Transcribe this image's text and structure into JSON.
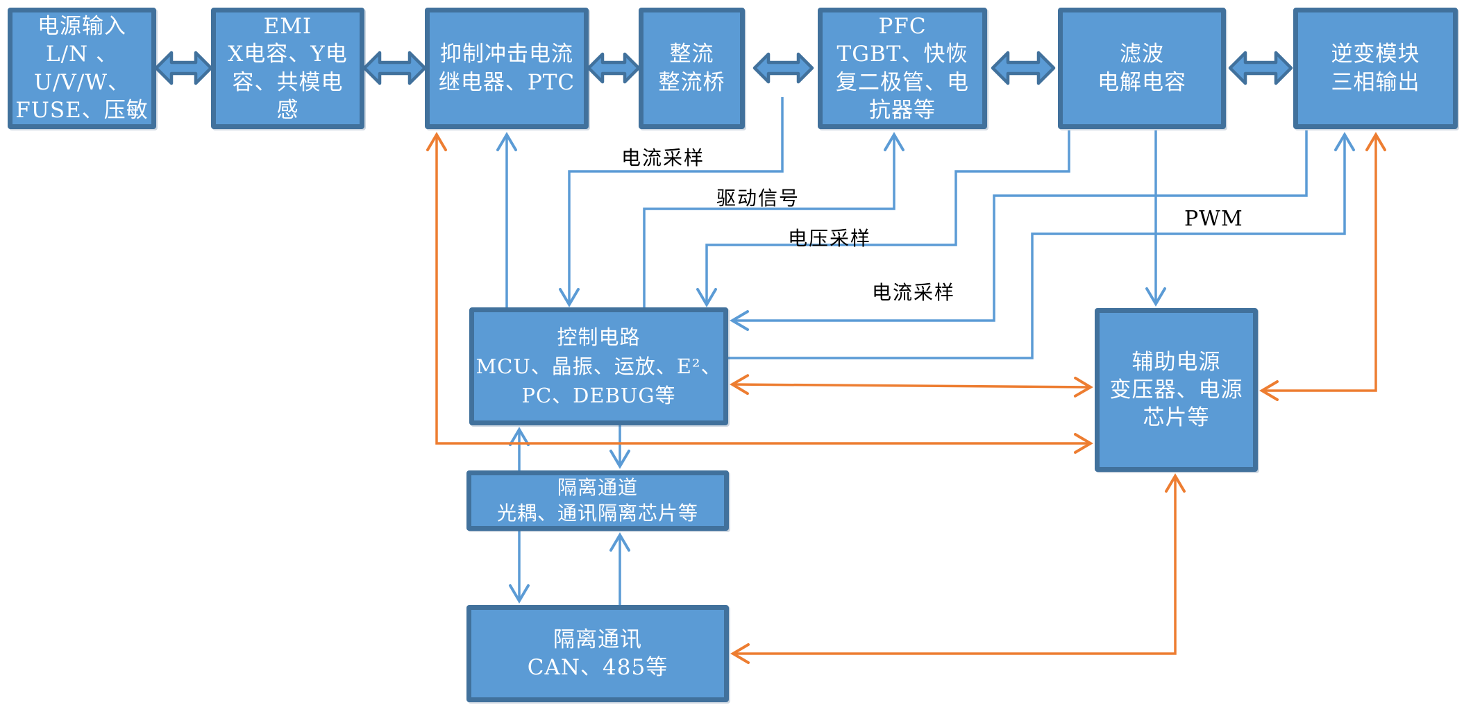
{
  "diagram": {
    "blocks": {
      "power_input": {
        "lines": [
          "电源输入",
          "L/N 、",
          "U/V/W、",
          "FUSE、压敏"
        ]
      },
      "emi": {
        "lines": [
          "EMI",
          "X电容、Y电",
          "容、共模电",
          "感"
        ]
      },
      "inrush": {
        "lines": [
          "抑制冲击电流",
          "继电器、PTC"
        ]
      },
      "rectifier": {
        "lines": [
          "整流",
          "整流桥"
        ]
      },
      "pfc": {
        "lines": [
          "PFC",
          "TGBT、快恢",
          "复二极管、电",
          "抗器等"
        ]
      },
      "filter": {
        "lines": [
          "滤波",
          "电解电容"
        ]
      },
      "inverter": {
        "lines": [
          "逆变模块",
          "三相输出"
        ]
      },
      "control": {
        "lines": [
          "控制电路",
          "MCU、晶振、运放、E²、",
          "PC、DEBUG等"
        ]
      },
      "aux_power": {
        "lines": [
          "辅助电源",
          "变压器、电源",
          "芯片等"
        ]
      },
      "iso_channel": {
        "lines": [
          "隔离通道",
          "光耦、通讯隔离芯片等"
        ]
      },
      "iso_comm": {
        "lines": [
          "隔离通讯",
          "CAN、485等"
        ]
      }
    },
    "labels": {
      "current_sample_1": "电流采样",
      "drive_signal": "驱动信号",
      "voltage_sample": "电压采样",
      "pwm": "PWM",
      "current_sample_2": "电流采样"
    },
    "colors": {
      "block_fill": "#5B9BD5",
      "block_border": "#41719C",
      "block_text": "#FFFFFF",
      "signal_blue": "#5B9BD5",
      "power_orange": "#ED7D31",
      "label_text": "#000000",
      "background": "#FFFFFF"
    }
  }
}
